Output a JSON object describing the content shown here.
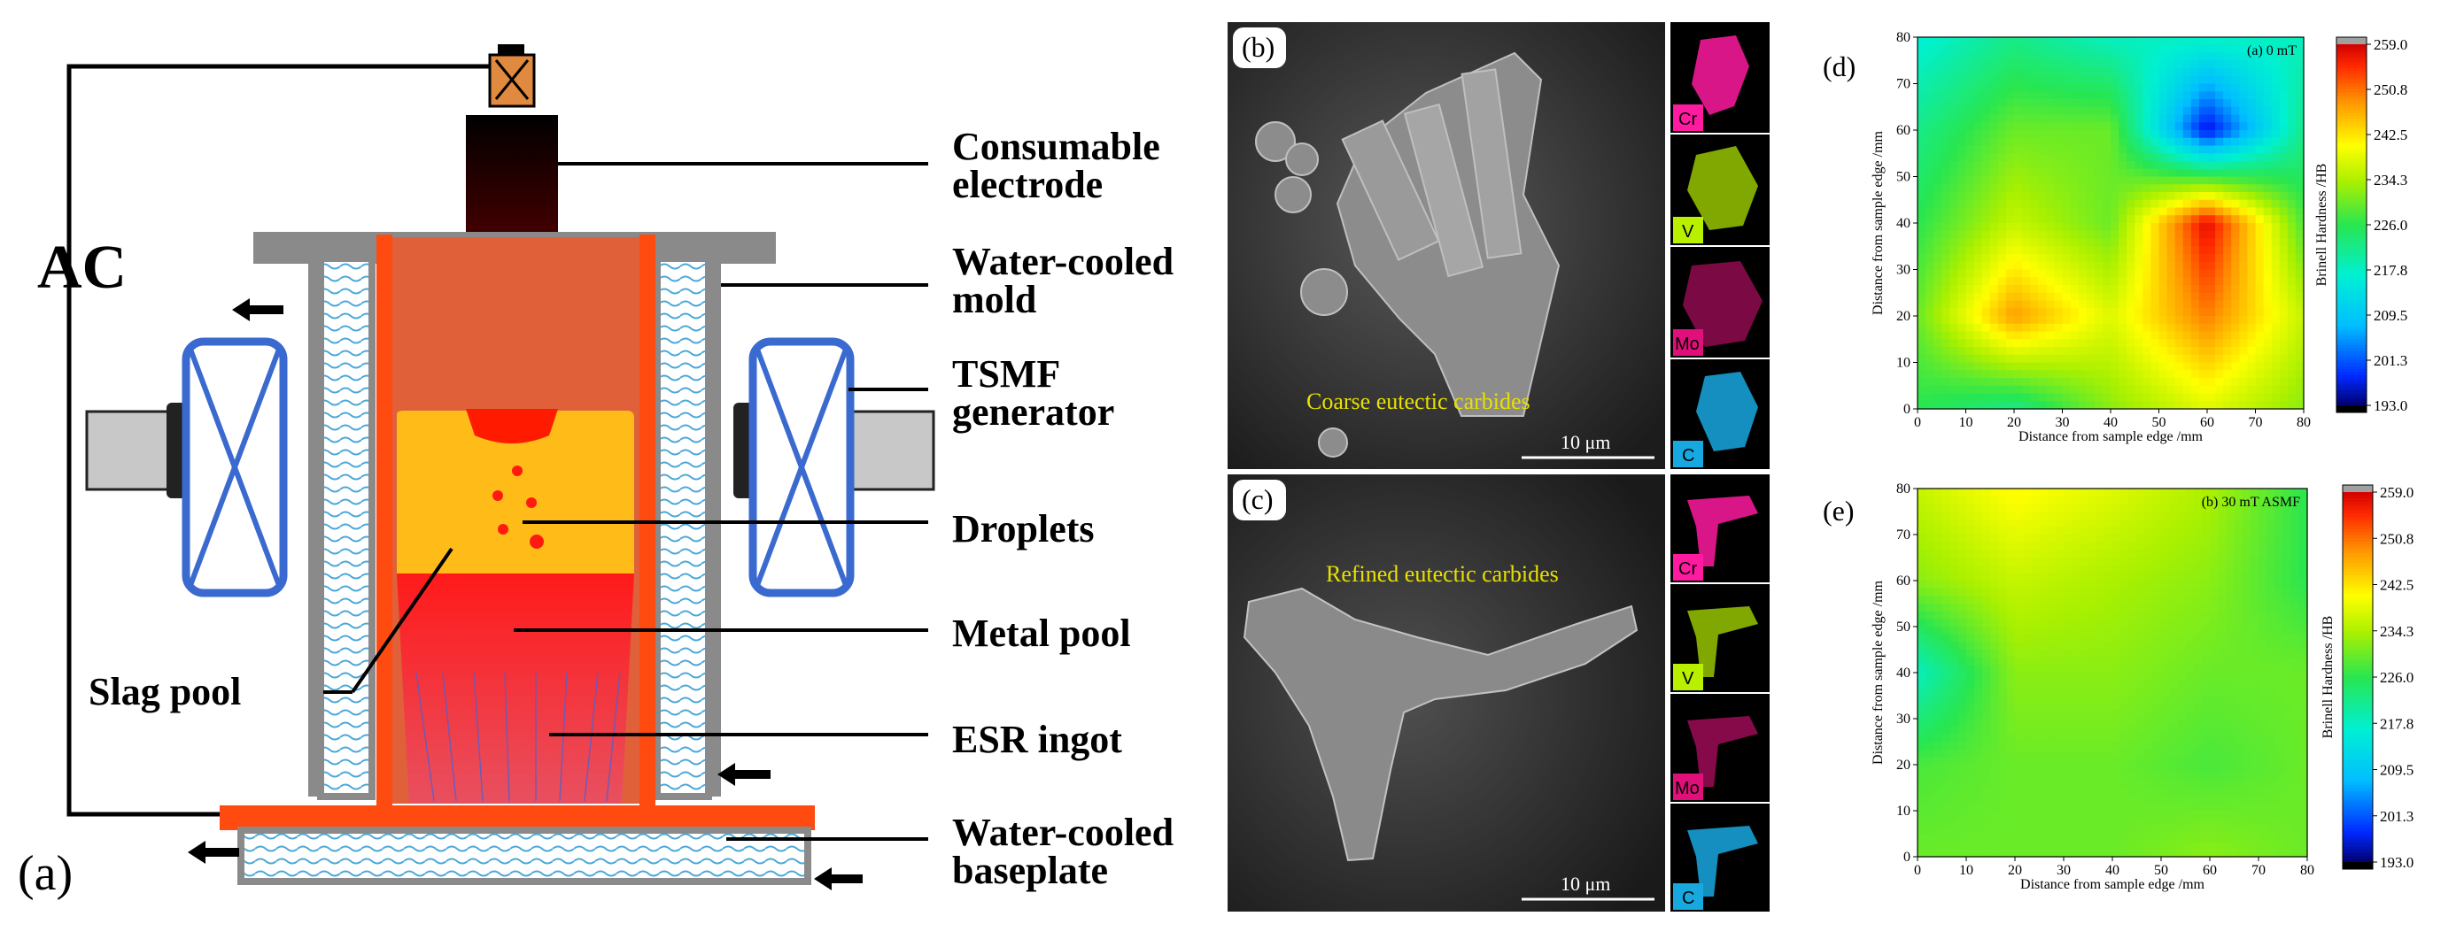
{
  "schematic": {
    "power_label": "AC",
    "panel_label": "(a)",
    "labels": {
      "electrode": [
        "Consumable",
        "electrode"
      ],
      "mold": [
        "Water-cooled",
        "mold"
      ],
      "tsmf": [
        "TSMF",
        "generator"
      ],
      "droplets": "Droplets",
      "metal_pool": "Metal pool",
      "slag_pool": "Slag pool",
      "ingot": "ESR ingot",
      "baseplate": [
        "Water-cooled",
        "baseplate"
      ]
    }
  },
  "sem_b": {
    "letter": "(b)",
    "caption": "Coarse eutectic carbides",
    "scale": "10 μm",
    "maps": [
      {
        "element": "Cr",
        "color": "#ff1aa0"
      },
      {
        "element": "V",
        "color": "#b8f000"
      },
      {
        "element": "Mo",
        "color": "#e0107a"
      },
      {
        "element": "C",
        "color": "#18a8e0"
      }
    ]
  },
  "sem_c": {
    "letter": "(c)",
    "caption": "Refined eutectic carbides",
    "scale": "10 μm",
    "maps": [
      {
        "element": "Cr",
        "color": "#ff1aa0"
      },
      {
        "element": "V",
        "color": "#b8f000"
      },
      {
        "element": "Mo",
        "color": "#e0107a"
      },
      {
        "element": "C",
        "color": "#18a8e0"
      }
    ]
  },
  "chart_data": [
    {
      "type": "heatmap",
      "panel": "(d)",
      "title": "(a) 0 mT",
      "xlabel": "Distance from sample edge /mm",
      "ylabel": "Distance from sample edge /mm",
      "colorbar_label": "Brinell Hardness /HB",
      "xlim": [
        0,
        80
      ],
      "ylim": [
        0,
        80
      ],
      "xticks": [
        "0",
        "10",
        "20",
        "30",
        "40",
        "50",
        "60",
        "70",
        "80"
      ],
      "yticks": [
        "0",
        "10",
        "20",
        "30",
        "40",
        "50",
        "60",
        "70",
        "80"
      ],
      "colorbar_ticks": [
        "193.0",
        "201.3",
        "209.5",
        "217.8",
        "226.0",
        "234.3",
        "242.5",
        "250.8",
        "259.0"
      ],
      "x": [
        0,
        20,
        40,
        60,
        80
      ],
      "y": [
        0,
        20,
        40,
        60,
        80
      ],
      "values": [
        [
          226,
          222,
          232,
          238,
          232
        ],
        [
          230,
          248,
          238,
          250,
          236
        ],
        [
          226,
          236,
          230,
          258,
          228
        ],
        [
          222,
          230,
          230,
          196,
          222
        ],
        [
          216,
          222,
          218,
          218,
          218
        ]
      ]
    },
    {
      "type": "heatmap",
      "panel": "(e)",
      "title": "(b) 30 mT ASMF",
      "xlabel": "Distance from sample edge /mm",
      "ylabel": "Distance from sample edge /mm",
      "colorbar_label": "Brinell Hardness /HB",
      "xlim": [
        0,
        80
      ],
      "ylim": [
        0,
        80
      ],
      "xticks": [
        "0",
        "10",
        "20",
        "30",
        "40",
        "50",
        "60",
        "70",
        "80"
      ],
      "yticks": [
        "0",
        "10",
        "20",
        "30",
        "40",
        "50",
        "60",
        "70",
        "80"
      ],
      "colorbar_ticks": [
        "193.0",
        "201.3",
        "209.5",
        "217.8",
        "226.0",
        "234.3",
        "242.5",
        "250.8",
        "259.0"
      ],
      "x": [
        0,
        20,
        40,
        60,
        80
      ],
      "y": [
        0,
        20,
        40,
        60,
        80
      ],
      "values": [
        [
          230,
          230,
          230,
          232,
          230
        ],
        [
          228,
          230,
          230,
          228,
          230
        ],
        [
          218,
          232,
          232,
          230,
          230
        ],
        [
          232,
          236,
          234,
          232,
          226
        ],
        [
          236,
          241,
          238,
          234,
          226
        ]
      ]
    }
  ]
}
